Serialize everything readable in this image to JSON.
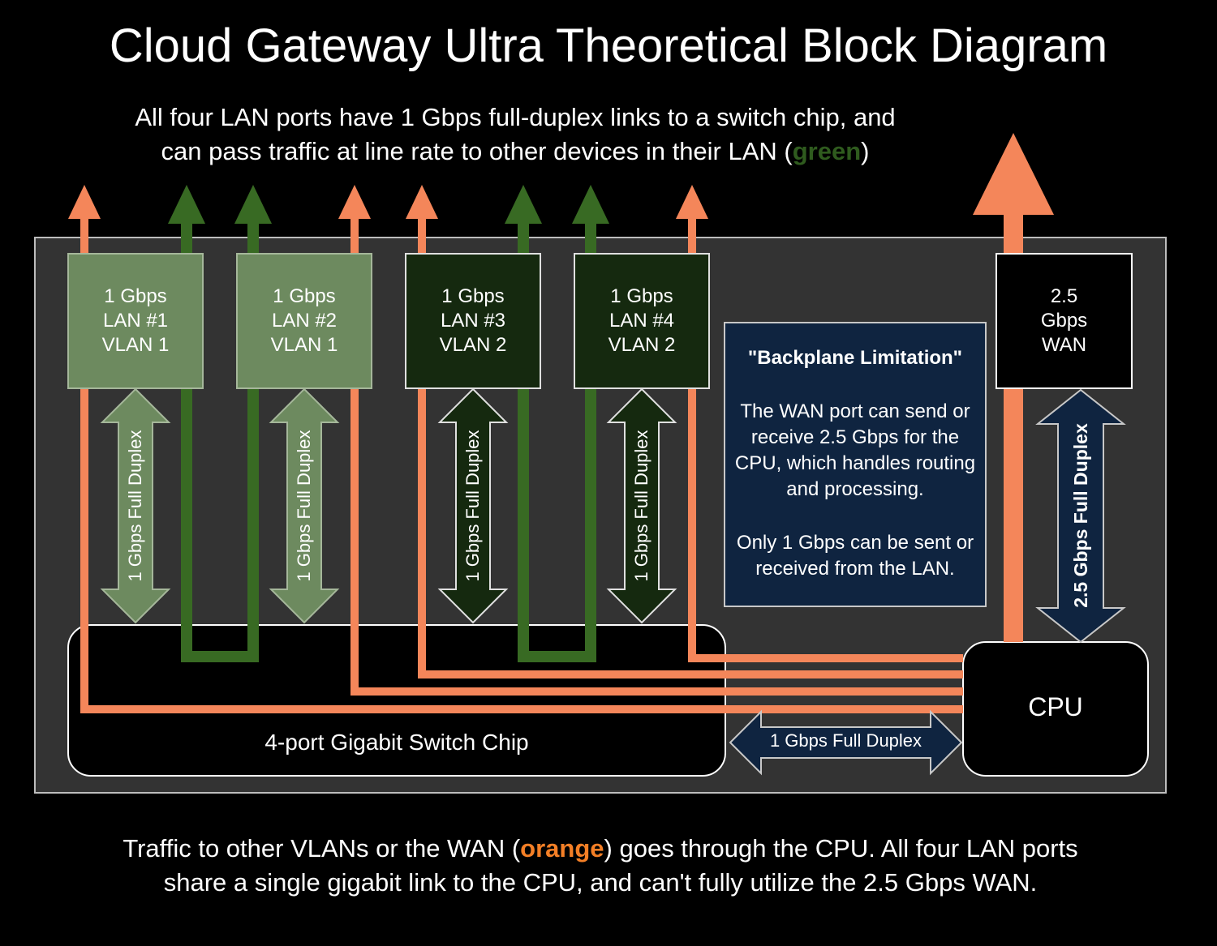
{
  "title": "Cloud Gateway Ultra Theoretical Block Diagram",
  "subtitle": {
    "line1": "All four LAN ports have 1 Gbps full-duplex links to a switch chip, and",
    "line2_before": "can pass traffic at line rate to other devices in their LAN (",
    "line2_highlight": "green",
    "line2_after": ")"
  },
  "ports": [
    {
      "lines": [
        "1 Gbps",
        "LAN #1",
        "VLAN 1"
      ],
      "link_label": "1 Gbps Full Duplex"
    },
    {
      "lines": [
        "1 Gbps",
        "LAN #2",
        "VLAN 1"
      ],
      "link_label": "1 Gbps Full Duplex"
    },
    {
      "lines": [
        "1 Gbps",
        "LAN #3",
        "VLAN 2"
      ],
      "link_label": "1 Gbps Full Duplex"
    },
    {
      "lines": [
        "1 Gbps",
        "LAN #4",
        "VLAN 2"
      ],
      "link_label": "1 Gbps Full Duplex"
    }
  ],
  "wan": {
    "lines": [
      "2.5",
      "Gbps",
      "WAN"
    ],
    "link_label": "2.5 Gbps Full Duplex"
  },
  "note": {
    "heading": "\"Backplane Limitation\"",
    "paragraph1": "The WAN port can send or receive 2.5 Gbps for the CPU, which handles routing and processing.",
    "paragraph2": "Only 1 Gbps can be sent or received from the LAN."
  },
  "switch_chip": {
    "label": "4-port Gigabit Switch Chip"
  },
  "cpu": {
    "label": "CPU"
  },
  "backplane_link": {
    "label": "1 Gbps Full Duplex"
  },
  "footer": {
    "line1_before": "Traffic to other VLANs or the WAN (",
    "line1_highlight": "orange",
    "line1_after": ") goes through the CPU. All four LAN ports",
    "line2": "share a single gigabit link to the CPU, and can't fully utilize the 2.5 Gbps WAN."
  },
  "colors": {
    "background": "#000000",
    "device": "#333333",
    "orange": "#f4865a",
    "green": "#386a23",
    "vlan1_box": "#6d8a5f",
    "vlan2_box": "#15290f",
    "note_box": "#0f2440",
    "highlight_orange": "#f47f26",
    "highlight_green": "#2f5b1e"
  }
}
